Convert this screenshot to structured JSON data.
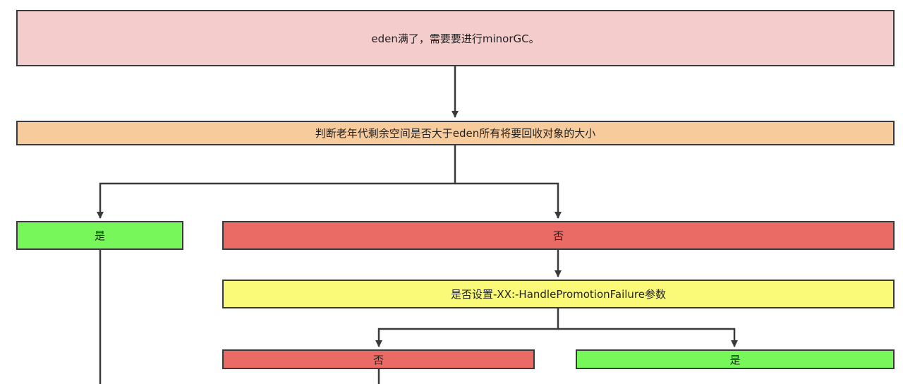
{
  "nodes": {
    "eden_full": {
      "label": "eden满了，需要要进行minorGC。",
      "color": "#f5cccc"
    },
    "check_old_space": {
      "label": "判断老年代剩余空间是否大于eden所有将要回收对象的大小",
      "color": "#f8cb9c"
    },
    "yes_1": {
      "label": "是",
      "color": "#77f759"
    },
    "no_1": {
      "label": "否",
      "color": "#ea6b66"
    },
    "check_param": {
      "label": "是否设置-XX:-HandlePromotionFailure参数",
      "color": "#fbfa78"
    },
    "no_2": {
      "label": "否",
      "color": "#ea6b66"
    },
    "yes_2": {
      "label": "是",
      "color": "#77f759"
    }
  }
}
